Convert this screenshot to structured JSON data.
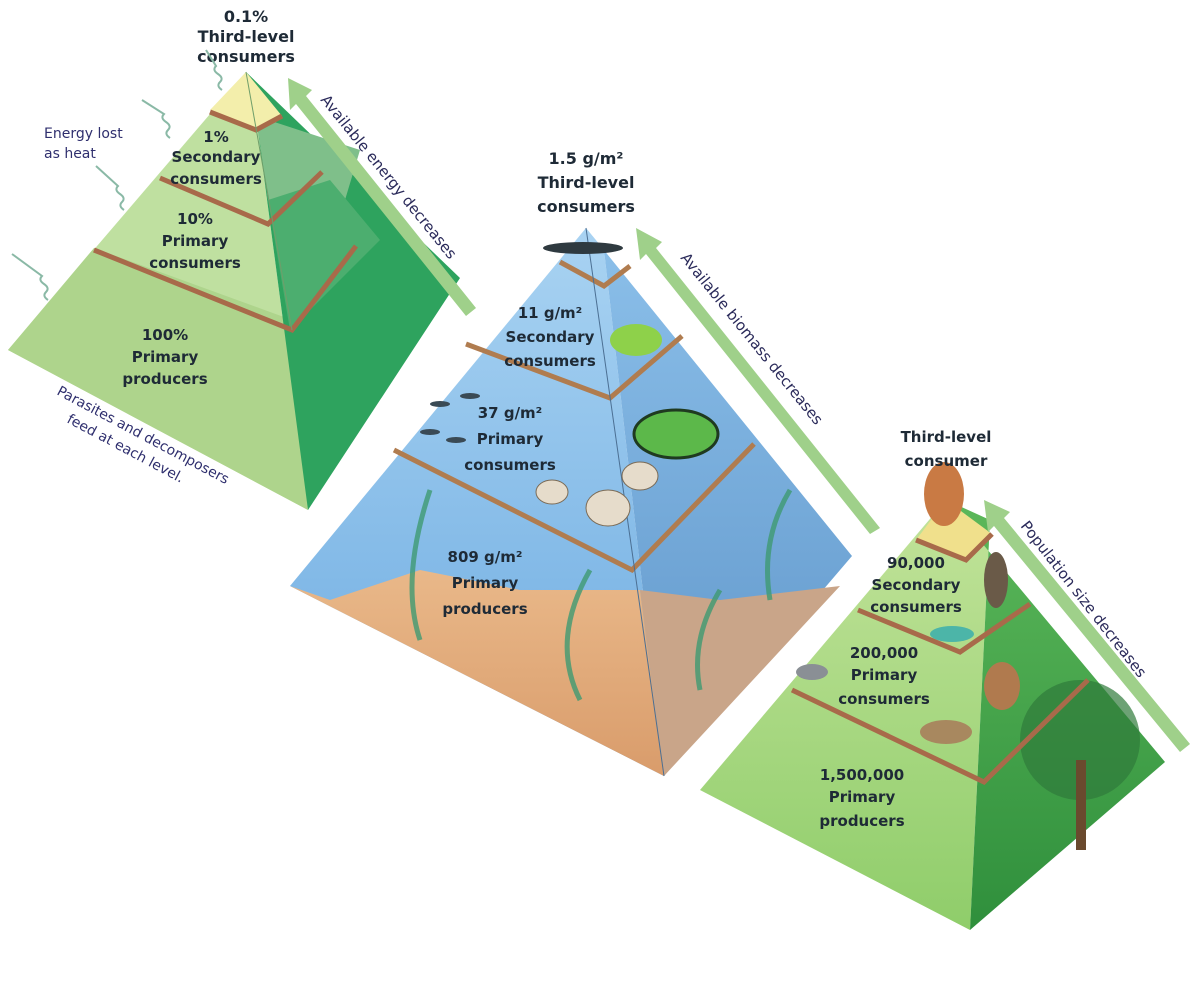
{
  "energy_pyramid": {
    "levels": [
      {
        "value": "0.1%",
        "name": "Third-level",
        "name2": "consumers"
      },
      {
        "value": "1%",
        "name": "Secondary",
        "name2": "consumers"
      },
      {
        "value": "10%",
        "name": "Primary",
        "name2": "consumers"
      },
      {
        "value": "100%",
        "name": "Primary",
        "name2": "producers"
      }
    ],
    "heat_note_line1": "Energy lost",
    "heat_note_line2": "as heat",
    "arrow_label": "Available energy decreases",
    "base_note_line1": "Parasites and decomposers",
    "base_note_line2": "feed at each level."
  },
  "biomass_pyramid": {
    "levels": [
      {
        "value": "1.5 g/m²",
        "name": "Third-level",
        "name2": "consumers"
      },
      {
        "value": "11 g/m²",
        "name": "Secondary",
        "name2": "consumers"
      },
      {
        "value": "37 g/m²",
        "name": "Primary",
        "name2": "consumers"
      },
      {
        "value": "809 g/m²",
        "name": "Primary",
        "name2": "producers"
      }
    ],
    "arrow_label": "Available biomass decreases"
  },
  "numbers_pyramid": {
    "levels": [
      {
        "value": "",
        "name": "Third-level",
        "name2": "consumer"
      },
      {
        "value": "90,000",
        "name": "Secondary",
        "name2": "consumers"
      },
      {
        "value": "200,000",
        "name": "Primary",
        "name2": "consumers"
      },
      {
        "value": "1,500,000",
        "name": "Primary",
        "name2": "producers"
      }
    ],
    "arrow_label": "Population size decreases"
  },
  "colors": {
    "arrow": "#9fd08a",
    "band": "#a86a4a",
    "text": "#1e2a36"
  }
}
